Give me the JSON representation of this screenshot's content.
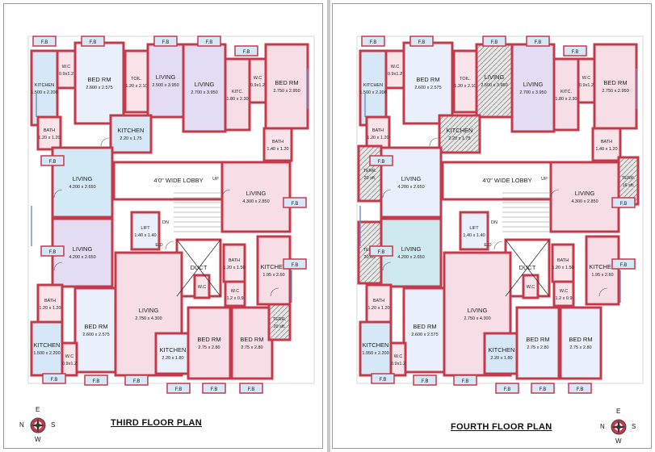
{
  "plans": [
    {
      "title": "THIRD FLOOR PLAN",
      "compass": {
        "n": "N",
        "e": "E",
        "s": "S",
        "w": "W"
      },
      "rooms": {
        "kitchen_tl": {
          "name": "KITCHEN",
          "dim": "1.500 x 2.200"
        },
        "wc_tl": {
          "name": "W.C",
          "dim": "0.9x1.2"
        },
        "bed_tl": {
          "name": "BED RM",
          "dim": "2.600 x 2.575"
        },
        "toil": {
          "name": "TOIL.",
          "dim": "1.20 x 2.10"
        },
        "living_t1": {
          "name": "LIVING",
          "dim": "2.500 x 3.950"
        },
        "living_t2": {
          "name": "LIVING",
          "dim": "2.700 x 3.950"
        },
        "kitc_t": {
          "name": "KITC.",
          "dim": "1.80 x 2.30"
        },
        "wc_tr": {
          "name": "W.C",
          "dim": "0.9x1.2"
        },
        "bed_tr": {
          "name": "BED RM",
          "dim": "2.750 x 2.950"
        },
        "bath_l1": {
          "name": "BATH",
          "dim": "1.20 x 1.20"
        },
        "kitchen_mid": {
          "name": "KITCHEN",
          "dim": "2.20 x 1.75"
        },
        "bath_r1": {
          "name": "BATH",
          "dim": "1.40 x 1.20"
        },
        "living_l1": {
          "name": "LIVING",
          "dim": "4.200 x 2.650"
        },
        "lobby": {
          "name": "4'0\" WIDE LOBBY"
        },
        "living_r1": {
          "name": "LIVING",
          "dim": "4.300 x 2.850"
        },
        "lift": {
          "name": "LIFT",
          "dim": "1.40 x 1.40"
        },
        "living_l2": {
          "name": "LIVING",
          "dim": "4.200 x 2.650"
        },
        "bath_c1": {
          "name": "BATH",
          "dim": "1.20 x 1.50"
        },
        "duct": {
          "name": "DUCT"
        },
        "bath_c2": {
          "name": "BATH",
          "dim": "1.20 x 1.50"
        },
        "kitchen_r": {
          "name": "KITCHEN",
          "dim": "1.95 x 2.60"
        },
        "wc_c": {
          "name": "W.C"
        },
        "wc_c2": {
          "name": "W.C",
          "dim": "1.2 x 0.9"
        },
        "bath_l2": {
          "name": "BATH",
          "dim": "1.20 x 1.20"
        },
        "bed_bl": {
          "name": "BED RM",
          "dim": "2.600 x 2.575"
        },
        "living_b": {
          "name": "LIVING",
          "dim": "2.750 x 4.300"
        },
        "kitchen_bl": {
          "name": "KITCHEN",
          "dim": "1.500 x 2.200"
        },
        "wc_bl": {
          "name": "W.C",
          "dim": "0.9x1.2"
        },
        "kitchen_bc": {
          "name": "KITCHEN",
          "dim": "2.20 x 1.80"
        },
        "bed_b1": {
          "name": "BED RM",
          "dim": "2.75 x 2.80"
        },
        "bed_b2": {
          "name": "BED RM",
          "dim": "2.75 x 2.80"
        },
        "terr_br": {
          "name": "TERR.",
          "dim": "20 sft."
        }
      },
      "labels": {
        "fb": "F.B",
        "ed": "E.D",
        "dn": "DN",
        "up": "UP"
      }
    },
    {
      "title": "FOURTH FLOOR PLAN",
      "compass": {
        "n": "N",
        "e": "E",
        "s": "S",
        "w": "W"
      },
      "rooms": {
        "kitchen_tl": {
          "name": "KITCHEN",
          "dim": "1.500 x 2.200"
        },
        "wc_tl": {
          "name": "W.C",
          "dim": "0.9x1.2"
        },
        "bed_tl": {
          "name": "BED RM",
          "dim": "2.600 x 2.575"
        },
        "toil": {
          "name": "TOIL.",
          "dim": "1.20 x 2.10"
        },
        "living_t1": {
          "name": "LIVING",
          "dim": "2.500 x 3.950"
        },
        "living_t2": {
          "name": "LIVING",
          "dim": "2.700 x 3.950"
        },
        "kitc_t": {
          "name": "KITC.",
          "dim": "1.80 x 2.30"
        },
        "wc_tr": {
          "name": "W.C",
          "dim": "0.9x1.2"
        },
        "bed_tr": {
          "name": "BED RM",
          "dim": "2.750 x 2.950"
        },
        "bath_l1": {
          "name": "BATH",
          "dim": "1.20 x 1.20"
        },
        "kitchen_mid": {
          "name": "KITCHEN",
          "dim": "2.20 x 1.75"
        },
        "bath_r1": {
          "name": "BATH",
          "dim": "1.40 x 1.20"
        },
        "living_l1": {
          "name": "LIVING",
          "dim": "4.200 x 2.650"
        },
        "lobby": {
          "name": "4'0\" WIDE LOBBY"
        },
        "living_r1": {
          "name": "LIVING",
          "dim": "4.300 x 2.850"
        },
        "lift": {
          "name": "LIFT",
          "dim": "1.40 x 1.40"
        },
        "living_l2": {
          "name": "LIVING",
          "dim": "4.200 x 2.650"
        },
        "bath_c1": {
          "name": "BATH",
          "dim": "1.20 x 1.50"
        },
        "duct": {
          "name": "DUCT"
        },
        "bath_c2": {
          "name": "BATH",
          "dim": "1.20 x 1.50"
        },
        "kitchen_r": {
          "name": "KITCHEN",
          "dim": "1.95 x 2.60"
        },
        "wc_c": {
          "name": "W.C"
        },
        "wc_c2": {
          "name": "W.C",
          "dim": "1.2 x 0.9"
        },
        "bath_l2": {
          "name": "BATH",
          "dim": "1.20 x 1.20"
        },
        "bed_bl": {
          "name": "BED RM",
          "dim": "2.600 x 2.575"
        },
        "living_b": {
          "name": "LIVING",
          "dim": "2.750 x 4.300"
        },
        "kitchen_bl": {
          "name": "KITCHEN",
          "dim": "1.950 x 2.200"
        },
        "wc_bl": {
          "name": "W.C",
          "dim": "0.9x1.2"
        },
        "kitchen_bc": {
          "name": "KITCHEN",
          "dim": "2.20 x 1.80"
        },
        "bed_b1": {
          "name": "BED RM",
          "dim": "2.75 x 2.80"
        },
        "bed_b2": {
          "name": "BED RM",
          "dim": "2.75 x 2.80"
        },
        "terr_l1": {
          "name": "TERR.",
          "dim": "20 sft."
        },
        "terr_l2": {
          "name": "TERR.",
          "dim": "20 sft."
        },
        "terr_r": {
          "name": "TERR.",
          "dim": "16 sft."
        }
      },
      "labels": {
        "fb": "F.B",
        "ed": "E.D",
        "dn": "DN",
        "up": "UP"
      }
    }
  ],
  "colors": {
    "wall": "#c43a4a",
    "kitchen": "#d6e8f7",
    "bed": "#eaf0fb",
    "living_blue": "#d3e9f5",
    "living_lav": "#e4dcf2",
    "living_pink": "#f6dde6",
    "bath": "#fbe3ea",
    "lobby": "#ffffff",
    "living_cyan": "#cde9ef",
    "hatch": "#bcbcbc"
  }
}
